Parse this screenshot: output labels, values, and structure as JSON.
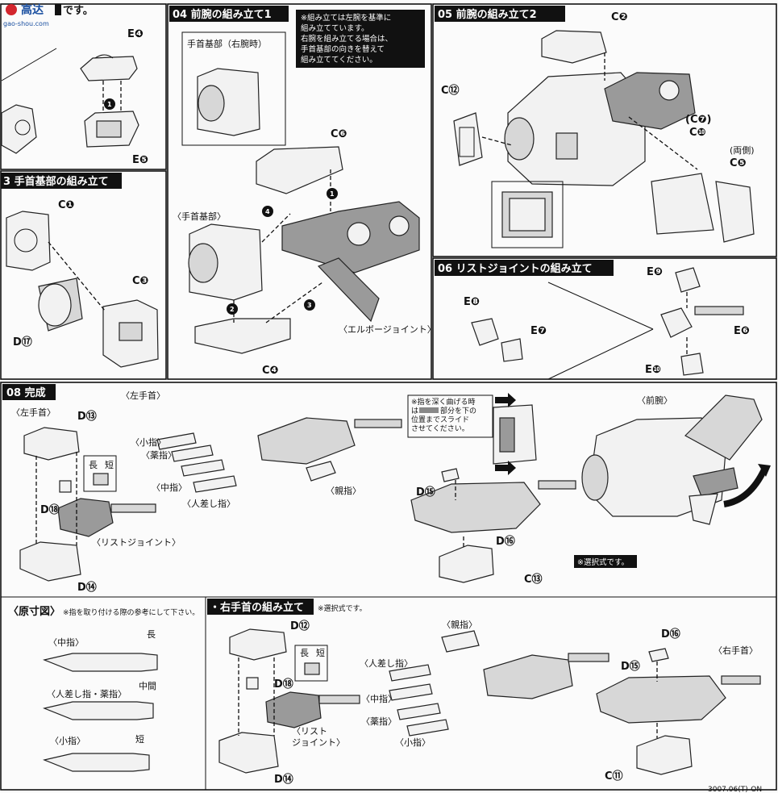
{
  "watermark": {
    "logo_text": "高达",
    "url": "gao-shou.com"
  },
  "top_left_fragment": "です。",
  "sections": {
    "s03": {
      "title": "3 手首基部の組み立て",
      "labels": {
        "c1": "C❶",
        "c3": "C❸",
        "d17": "D⑰"
      }
    },
    "s04": {
      "title": "04 前腕の組み立て1",
      "note": [
        "※組み立ては左腕を基準に",
        "組み立てています。",
        "右腕を組み立てる場合は、",
        "手首基部の向きを替えて",
        "組み立ててください。"
      ],
      "labels": {
        "wrist_right": "手首基部（右腕時）",
        "wrist_base": "〈手首基部〉",
        "c6": "C❻",
        "c4": "C❹",
        "elbow": "〈エルボージョイント〉"
      },
      "steps": [
        "1",
        "2",
        "3",
        "4"
      ]
    },
    "s05": {
      "title": "05 前腕の組み立て2",
      "labels": {
        "c2": "C❷",
        "c12": "C⑫",
        "c7": "(C❼)",
        "c10": "C❿",
        "both": "(両側)",
        "c5": "C❺"
      }
    },
    "s06": {
      "title": "06 リストジョイントの組み立て",
      "labels": {
        "e9": "E❾",
        "e8": "E❽",
        "e7": "E❼",
        "e6": "E❻",
        "e10": "E❿"
      }
    },
    "s_top": {
      "labels": {
        "e4": "E❹",
        "e5": "E❺"
      },
      "steps": [
        "1"
      ]
    },
    "s08": {
      "title": "08 完成",
      "labels": {
        "left_hand_label": "〈左手首〉",
        "left_hand": "〈左手首〉",
        "d13": "D⑬",
        "long": "長",
        "short": "短",
        "d18": "D⑱",
        "wrist_joint": "〈リストジョイント〉",
        "d14": "D⑭",
        "little": "〈小指〉",
        "ring": "〈薬指〉",
        "middle": "〈中指〉",
        "index": "〈人差し指〉",
        "thumb": "〈親指〉",
        "d15": "D⑮",
        "d16": "D⑯",
        "c13": "C⑬",
        "forearm": "〈前腕〉",
        "selectable": "※選択式です。"
      },
      "note": [
        "※指を深く曲げる時",
        "は　　　部分を下の",
        "位置までスライド",
        "させてください。"
      ]
    },
    "actual_size": {
      "title": "〈原寸図〉",
      "note": "※指を取り付ける際の参考にして下さい。",
      "items": [
        {
          "name": "〈中指〉",
          "size": "長"
        },
        {
          "name": "〈人差し指・薬指〉",
          "size": "中間"
        },
        {
          "name": "〈小指〉",
          "size": "短"
        }
      ]
    },
    "right_hand": {
      "title": "・右手首の組み立て",
      "subtitle": "※選択式です。",
      "labels": {
        "d12": "D⑫",
        "long": "長",
        "short": "短",
        "d18": "D⑱",
        "wrist_joint1": "〈リスト",
        "wrist_joint2": "ジョイント〉",
        "d14": "D⑭",
        "thumb": "〈親指〉",
        "index": "〈人差し指〉",
        "middle": "〈中指〉",
        "ring": "〈薬指〉",
        "little": "〈小指〉",
        "d16": "D⑯",
        "right_wrist": "〈右手首〉",
        "d15": "D⑮",
        "c11": "C⑪"
      }
    }
  },
  "footer_code": "3007.06(T)-ON",
  "colors": {
    "title_bg": "#111111",
    "part_fill": "#f2f2f2",
    "dark_part": "#9a9a9a",
    "logo_red": "#d3262e"
  }
}
